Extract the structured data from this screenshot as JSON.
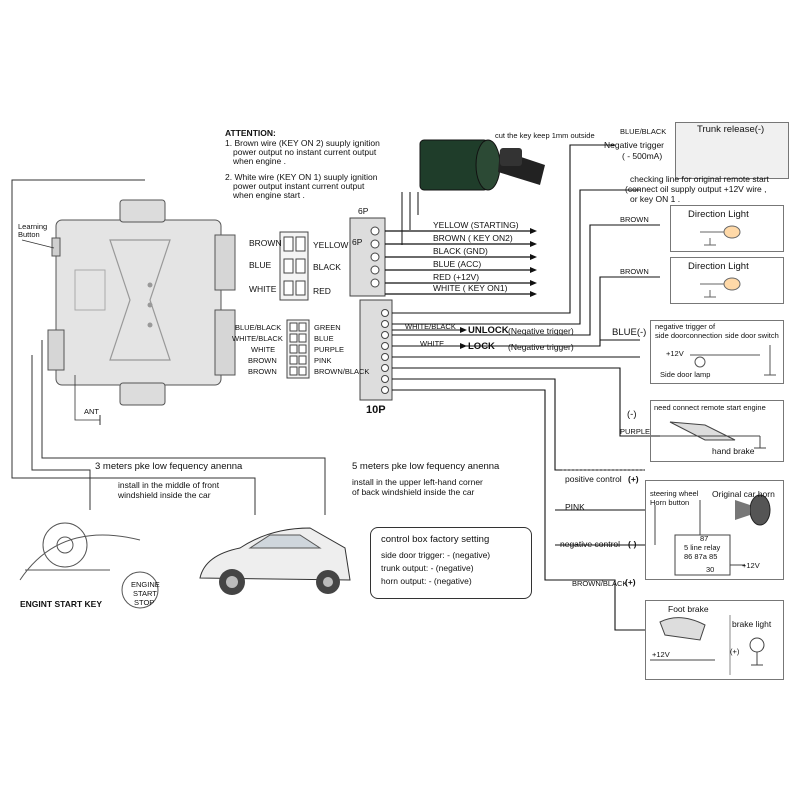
{
  "attention": {
    "title": "ATTENTION:",
    "line1": "1. Brown wire (KEY  ON 2) suuply ignition",
    "line2": "power output no instant current output",
    "line3": "when engine .",
    "line4": "2. White wire (KEY  ON 1) suuply ignition",
    "line5": "power output  instant current output",
    "line6": "when engine start ."
  },
  "key_note": "cut the key keep 1mm outside",
  "learning_button": "Learning\nButton",
  "ant": "ANT",
  "connectors": {
    "c6p_label": "6P",
    "c6p_label2": "6P",
    "c10p_label": "10P",
    "left6": {
      "l1": "BROWN",
      "l2": "BLUE",
      "l3": "WHITE",
      "r1": "YELLOW",
      "r2": "BLACK",
      "r3": "RED"
    },
    "left10": {
      "l1": "BLUE/BLACK",
      "l2": "WHITE/BLACK",
      "l3": "WHITE",
      "l4": "BROWN",
      "l5": "BROWN",
      "r1": "GREEN",
      "r2": "BLUE",
      "r3": "PURPLE",
      "r4": "PINK",
      "r5": "BROWN/BLACK"
    }
  },
  "wires6p": [
    "YELLOW (STARTING)",
    "BROWN ( KEY ON2)",
    "BLACK (GND)",
    "BLUE  (ACC)",
    "RED  (+12V)",
    "WHITE ( KEY ON1)"
  ],
  "unlock": {
    "wire": "WHITE/BLACK",
    "label": "UNLOCK",
    "trigger": "(Negative trigger)"
  },
  "lock": {
    "wire": "WHITE",
    "label": "LOCK",
    "trigger": "(Negative trigger)"
  },
  "trunk": {
    "wire": "BLUE/BLACK",
    "desc1": "Negative trigger",
    "desc2": "( - 500mA)",
    "title": "Trunk release(-)"
  },
  "checking": {
    "l1": "checking line for original remote start",
    "l2": "(connect oil supply output +12V wire ,",
    "l3": "or key ON 1 ."
  },
  "direction1": {
    "wire": "BROWN",
    "title": "Direction Light"
  },
  "direction2": {
    "wire": "BROWN",
    "title": "Direction Light"
  },
  "door": {
    "wire": "BLUE(-)",
    "t1": "negative trigger of",
    "t2": "side doorconnection",
    "t3": "side door switch",
    "t4": "+12V",
    "t5": "Side door lamp"
  },
  "purple": {
    "sign": "(-)",
    "wire": "PURPLE",
    "t1": "need connect remote start engine",
    "t2": "hand brake"
  },
  "horn": {
    "pos": "positive control",
    "pos_sign": "(+)",
    "pink": "PINK",
    "neg": "negative control",
    "neg_sign": "(-)",
    "steering": "steering wheel",
    "horn_button": "Horn button",
    "original": "Original car horn",
    "relay": "5 line relay",
    "relay_pins": "86  87a  85",
    "pin87": "87",
    "pin30": "30",
    "v12": "+12V"
  },
  "foot": {
    "wire": "BROWN/BLACK",
    "sign": "(+)",
    "title": "Foot brake",
    "brake_light": "brake light",
    "v12": "+12V",
    "plus": "(+)"
  },
  "antenna3": {
    "title": "3 meters pke low fequency anenna",
    "d1": "install in the  middle of front",
    "d2": "windshield inside the car"
  },
  "antenna5": {
    "title": "5 meters pke low fequency anenna",
    "d1": "install in the  upper left-hand corner",
    "d2": "of back windshield inside the car"
  },
  "start_key": {
    "label": "ENGINT START KEY",
    "b1": "ENGINE",
    "b2": "START",
    "b3": "STOP"
  },
  "factory": {
    "title": "control box factory setting",
    "l1": "side door trigger: - (negative)",
    "l2": "trunk output: - (negative)",
    "l3": "horn output: - (negative)"
  }
}
